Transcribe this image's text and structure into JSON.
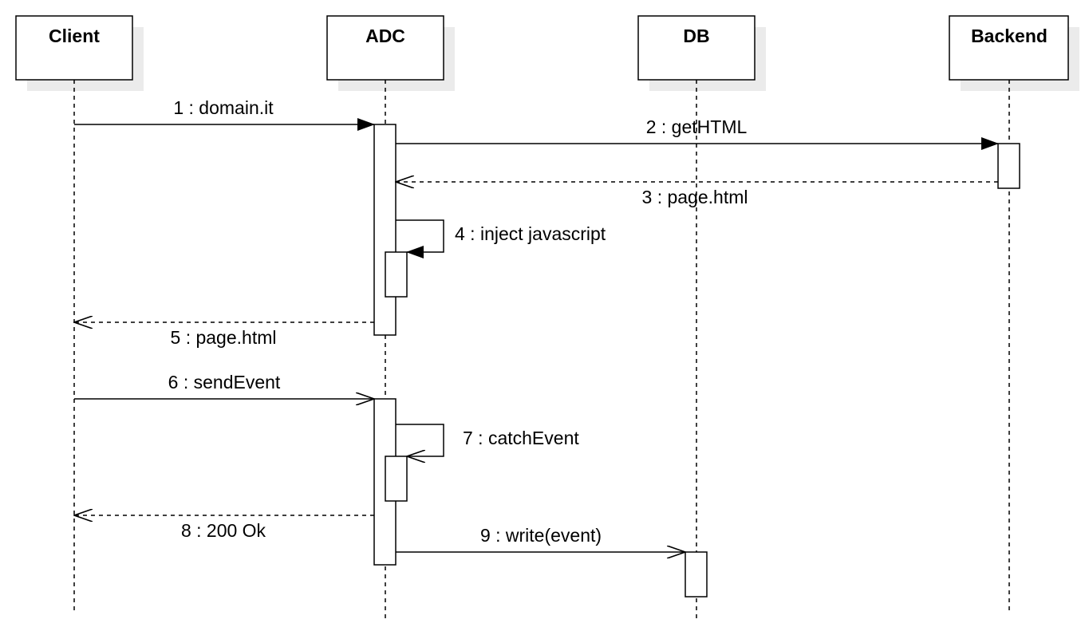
{
  "participants": [
    {
      "id": "client",
      "label": "Client"
    },
    {
      "id": "adc",
      "label": "ADC"
    },
    {
      "id": "db",
      "label": "DB"
    },
    {
      "id": "backend",
      "label": "Backend"
    }
  ],
  "messages": [
    {
      "id": "m1",
      "label": "1 : domain.it",
      "kind": "sync"
    },
    {
      "id": "m2",
      "label": "2 : getHTML",
      "kind": "sync"
    },
    {
      "id": "m3",
      "label": "3 : page.html",
      "kind": "return"
    },
    {
      "id": "m4",
      "label": "4 : inject javascript",
      "kind": "self-sync"
    },
    {
      "id": "m5",
      "label": "5 : page.html",
      "kind": "return"
    },
    {
      "id": "m6",
      "label": "6 : sendEvent",
      "kind": "async"
    },
    {
      "id": "m7",
      "label": "7 : catchEvent",
      "kind": "self-async"
    },
    {
      "id": "m8",
      "label": "8 : 200 Ok",
      "kind": "return"
    },
    {
      "id": "m9",
      "label": "9 : write(event)",
      "kind": "async"
    }
  ],
  "colors": {
    "line": "#000000",
    "shadow": "#ebebeb",
    "fill": "#ffffff"
  }
}
